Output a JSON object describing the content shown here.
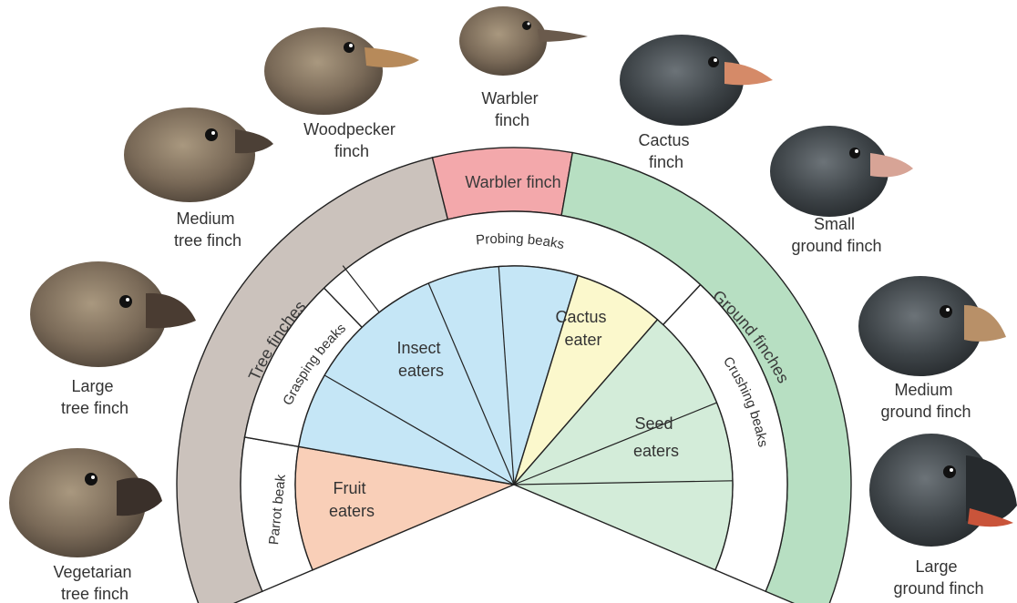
{
  "colors": {
    "tree_finches": "#cbc2bc",
    "warbler_finch": "#f3a8ab",
    "ground_finches": "#b7dfc2",
    "insect_eaters": "#c5e6f6",
    "cactus_eater": "#fbf8cc",
    "seed_eaters": "#d3ecd9",
    "fruit_eaters": "#f9cfb8"
  },
  "outer_ring": {
    "tree_finches": "Tree finches",
    "warbler_finch": "Warbler finch",
    "ground_finches": "Ground finches"
  },
  "beak_ring": {
    "parrot": "Parrot beak",
    "grasping": "Grasping beaks",
    "probing": "Probing beaks",
    "crushing": "Crushing beaks"
  },
  "diets": {
    "insect": [
      "Insect",
      "eaters"
    ],
    "cactus": [
      "Cactus",
      "eater"
    ],
    "seed": [
      "Seed",
      "eaters"
    ],
    "fruit": [
      "Fruit",
      "eaters"
    ]
  },
  "birds": {
    "vegetarian": [
      "Vegetarian",
      "tree finch"
    ],
    "large_tree": [
      "Large",
      "tree finch"
    ],
    "medium_tree": [
      "Medium",
      "tree finch"
    ],
    "woodpecker": [
      "Woodpecker",
      "finch"
    ],
    "warbler": [
      "Warbler",
      "finch"
    ],
    "cactus": [
      "Cactus",
      "finch"
    ],
    "small_ground": [
      "Small",
      "ground finch"
    ],
    "medium_ground": [
      "Medium",
      "ground finch"
    ],
    "large_ground": [
      "Large",
      "ground finch"
    ]
  }
}
